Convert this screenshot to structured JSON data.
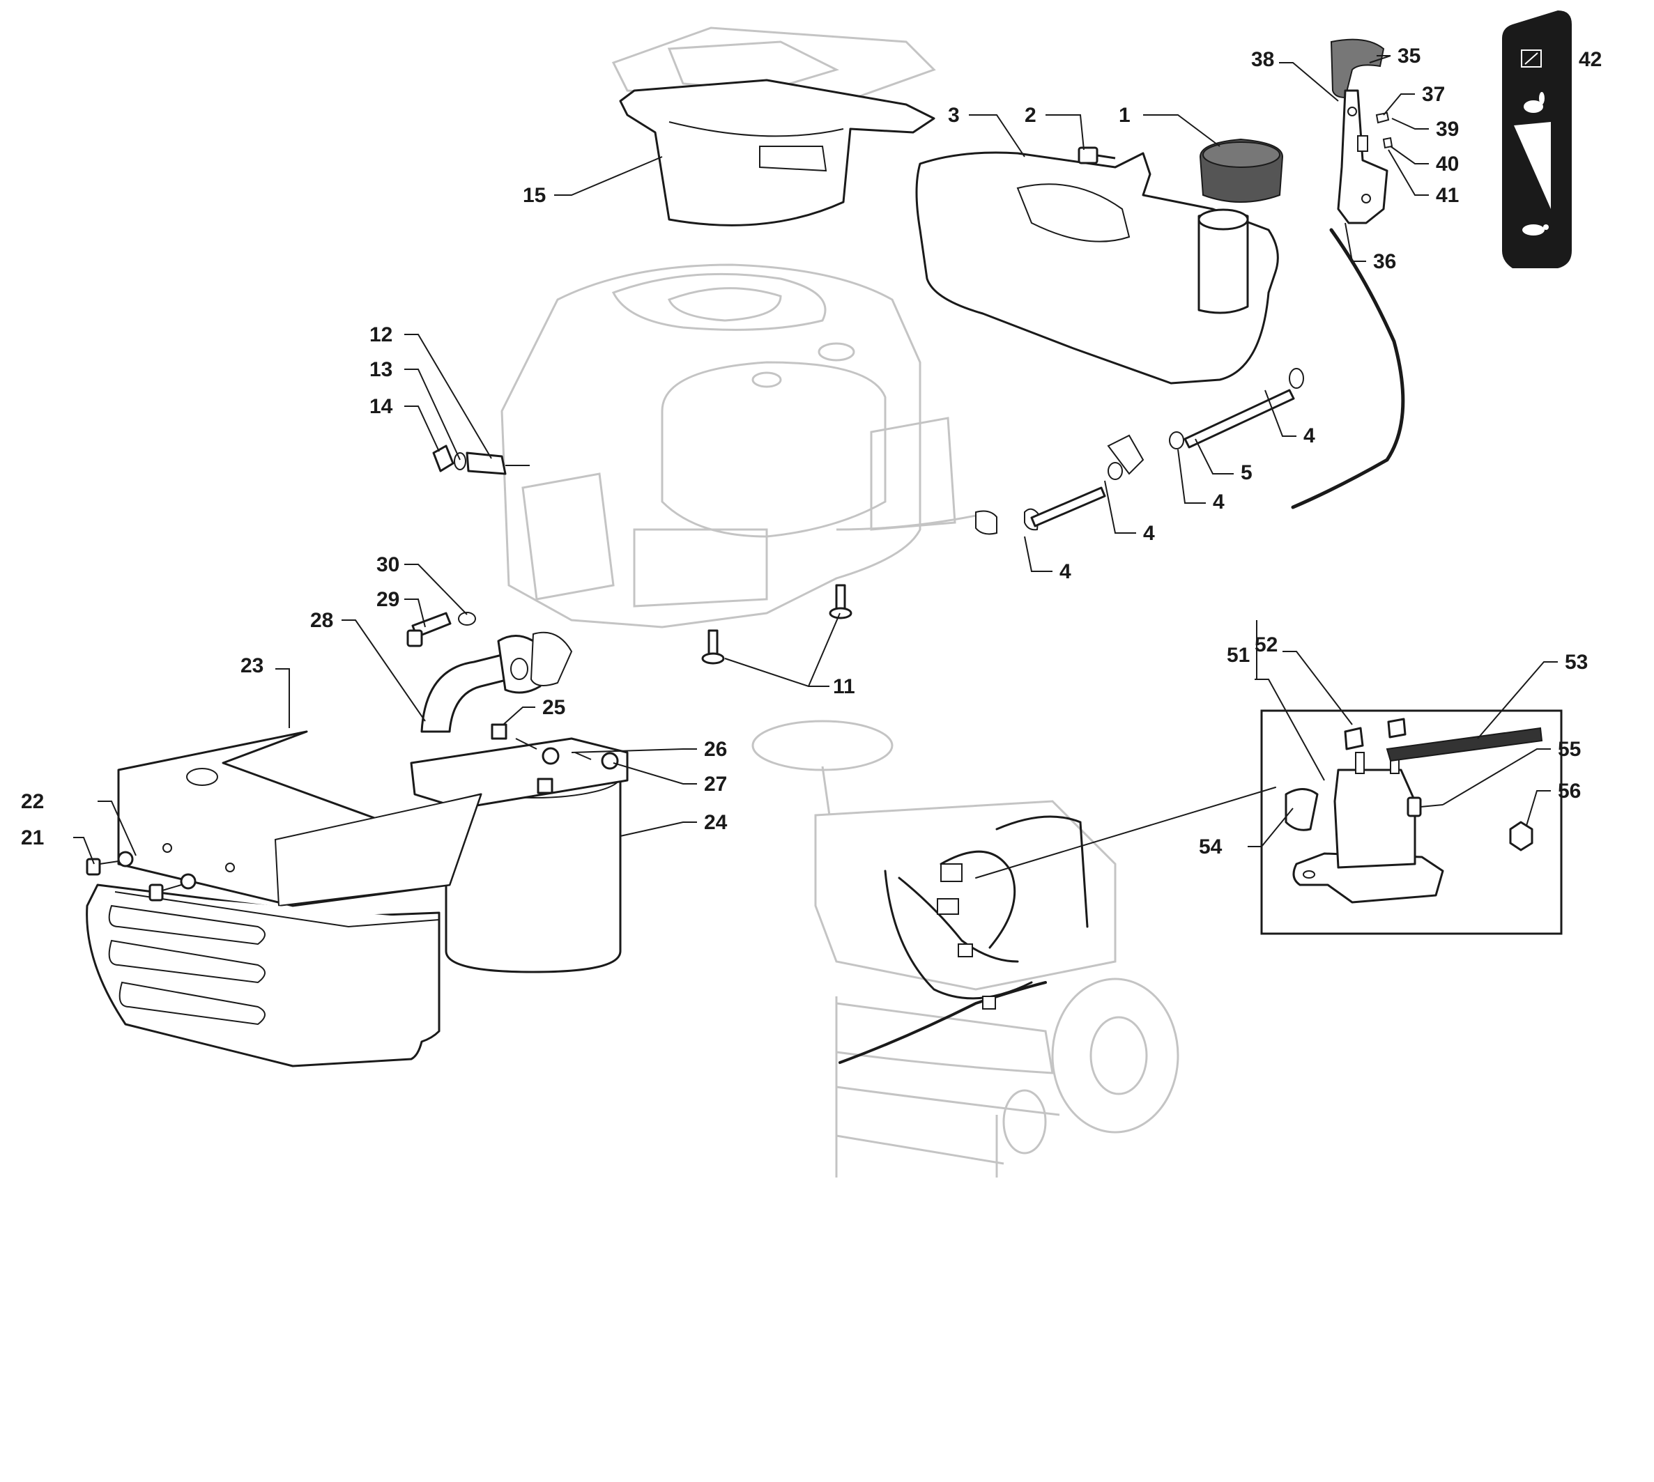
{
  "diagram": {
    "callouts": {
      "c1": "1",
      "c2": "2",
      "c3": "3",
      "c4a": "4",
      "c4b": "4",
      "c4c": "4",
      "c4d": "4",
      "c5": "5",
      "c11": "11",
      "c12": "12",
      "c13": "13",
      "c14": "14",
      "c15": "15",
      "c21": "21",
      "c22": "22",
      "c23": "23",
      "c24": "24",
      "c25": "25",
      "c26": "26",
      "c27": "27",
      "c28": "28",
      "c29": "29",
      "c30": "30",
      "c35": "35",
      "c36": "36",
      "c37": "37",
      "c38": "38",
      "c39": "39",
      "c40": "40",
      "c41": "41",
      "c42": "42",
      "c51": "51",
      "c52": "52",
      "c53": "53",
      "c54": "54",
      "c55": "55",
      "c56": "56"
    },
    "decal_icons": [
      "choke-icon",
      "rabbit-icon",
      "turtle-icon"
    ],
    "colors": {
      "ink": "#1a1a1a",
      "ghost": "#c4c4c4",
      "knob": "#777777",
      "decal": "#1a1a1a"
    }
  }
}
